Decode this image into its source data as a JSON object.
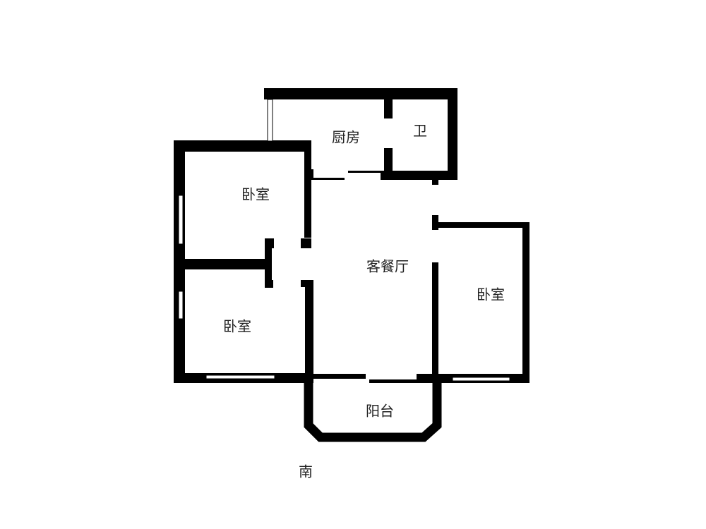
{
  "rooms": {
    "kitchen": "厨房",
    "bathroom": "卫",
    "bedroom_nw": "卧室",
    "living_dining": "客餐厅",
    "bedroom_sw": "卧室",
    "bedroom_e": "卧室",
    "balcony": "阳台"
  },
  "orientation": "南",
  "colors": {
    "wall": "#000000",
    "background": "#ffffff",
    "text": "#222222"
  }
}
